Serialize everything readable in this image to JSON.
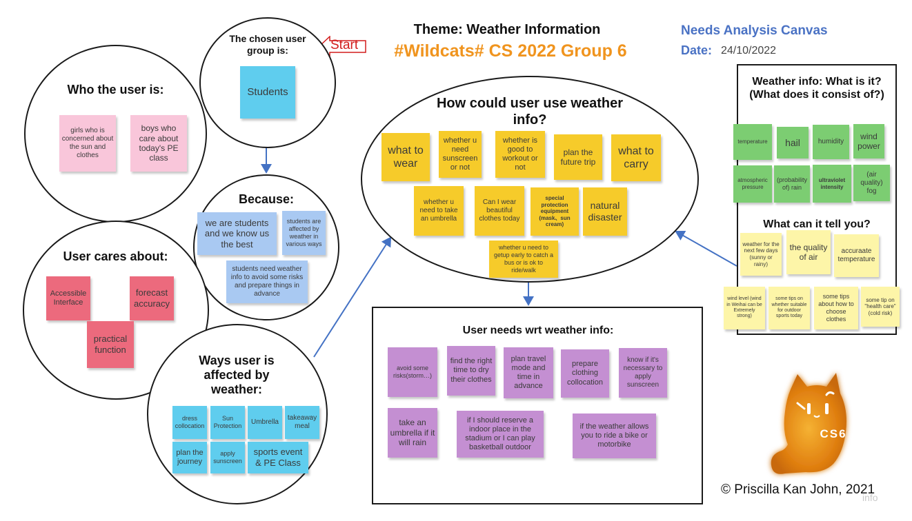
{
  "header": {
    "theme": "Theme: Weather Information",
    "group": "#Wildcats# CS 2022 Group 6",
    "canvas_title": "Needs Analysis Canvas",
    "date_label": "Date:",
    "date_value": "24/10/2022",
    "start_label": "Start"
  },
  "chosen_group": {
    "title": "The chosen user group is:",
    "notes": [
      "Students"
    ]
  },
  "who_user": {
    "title": "Who the user is:",
    "notes": [
      "girls who is concerned about the sun and clothes",
      "boys who care about today's PE class"
    ]
  },
  "because": {
    "title": "Because:",
    "notes": [
      "we are students and we know us the best",
      "students are affected by weather in various ways",
      "students need weather info to avoid some risks and prepare things in advance"
    ]
  },
  "cares_about": {
    "title": "User cares about:",
    "notes": [
      "Accessible Interface",
      "forecast accuracy",
      "practical function"
    ]
  },
  "ways_affected": {
    "title": "Ways user is affected by weather:",
    "notes": [
      "dress collocation",
      "Sun Protection",
      "Umbrella",
      "takeaway meal",
      "plan the journey",
      "apply sunscreen",
      "sports event & PE Class"
    ]
  },
  "how_use": {
    "title": "How could user use weather info?",
    "notes": [
      "what to wear",
      "whether u need sunscreen or not",
      "whether is good to workout or not",
      "plan the future trip",
      "what to carry",
      "whether u need to take an umbrella",
      "Can I wear beautiful clothes today",
      "special protection equipment (mask、sun cream)",
      "natural disaster",
      "whether u need to getup early to catch a bus or is ok to ride/walk"
    ]
  },
  "what_is_it": {
    "title": "Weather info: What is it? (What does it consist of?)",
    "notes": [
      "temperature",
      "hail",
      "humidity",
      "wind power",
      "atmospheric pressure",
      "(probability of) rain",
      "ultraviolet intensity",
      "(air quality) fog"
    ]
  },
  "tell_you": {
    "title": "What can it tell you?",
    "notes": [
      "weather for the next few days (sunny or rainy)",
      "the quality of air",
      "accuraate temperature",
      "wind level (wind in Weihai can be Extremely strong)",
      "some tips on whether suitable for outdoor sports today",
      "some tips about how to choose clothes",
      "some tip on \"health care\" (cold risk)"
    ]
  },
  "user_needs": {
    "title": "User needs wrt weather info:",
    "notes": [
      "avoid some risks(storm…)",
      "find the right time to dry their clothes",
      "plan travel mode and time in advance",
      "prepare clothing collocation",
      "know if it's necessary to apply sunscreen",
      "take an umbrella if it will rain",
      "if I should reserve a indoor place in the stadium or I can play basketball outdoor",
      "if the weather allows you to ride a bike or motorbike"
    ]
  },
  "logo": {
    "text": "CS6"
  },
  "footer": {
    "copyright": "© Priscilla Kan John, 2021",
    "faint": "info"
  },
  "colors": {
    "heading_blue": "#4a72c4",
    "group_orange": "#f0941e",
    "arrow_blue": "#4472c4",
    "start_red": "#d21c1c"
  }
}
